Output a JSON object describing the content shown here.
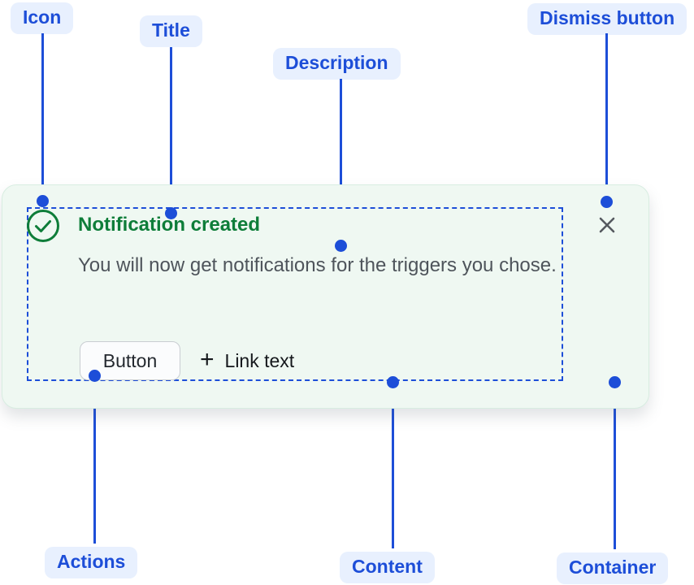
{
  "annotations": {
    "icon": "Icon",
    "title": "Title",
    "description": "Description",
    "dismiss": "Dismiss button",
    "actions": "Actions",
    "content": "Content",
    "container": "Container"
  },
  "notification": {
    "title": "Notification created",
    "description": "You will now get notifications for the triggers you chose.",
    "button_label": "Button",
    "link_plus": "+",
    "link_label": "Link text"
  },
  "icons": {
    "status_icon": "check-circle-icon",
    "dismiss_icon": "close-x-icon"
  },
  "colors": {
    "annotation_blue": "#1D4ED8",
    "annotation_pill_bg": "#E8F0FE",
    "success_green": "#0E7D39",
    "card_bg": "#EFF8F2",
    "card_border": "#D8EDE1",
    "description_gray": "#4E545B",
    "dismiss_gray": "#55595F",
    "button_border": "#C9CDD2"
  }
}
